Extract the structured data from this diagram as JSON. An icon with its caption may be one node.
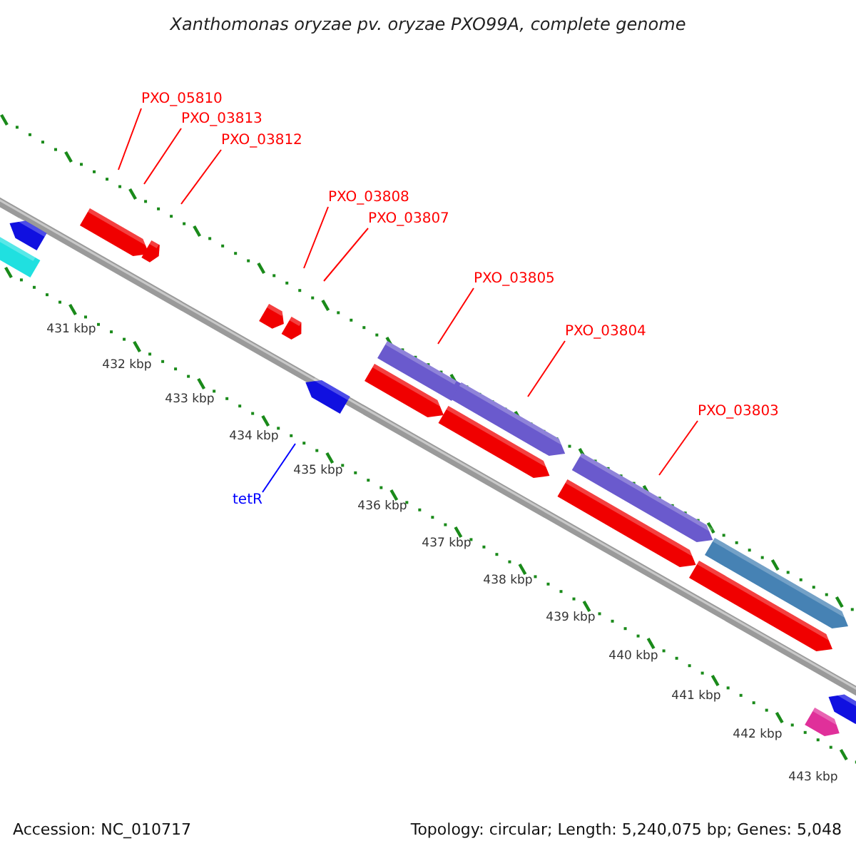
{
  "diagram": {
    "title": "Xanthomonas oryzae pv. oryzae PXO99A, complete genome",
    "nodes": [
      {
        "text": [
          "PXO_05810"
        ]
      },
      {
        "text": [
          "PXO_03813"
        ]
      },
      {
        "text": [
          "PXO_03812"
        ]
      },
      {
        "text": [
          "PXO_03808"
        ]
      },
      {
        "text": [
          "PXO_03807"
        ]
      },
      {
        "text": [
          "PXO_03805"
        ]
      },
      {
        "text": [
          "PXO_03804"
        ]
      },
      {
        "text": [
          "PXO_03803"
        ]
      },
      {
        "text": [
          "tetR"
        ]
      }
    ],
    "edges": [
      {
        "from": 0,
        "to": null,
        "arrow": "none"
      },
      {
        "from": 1,
        "to": null,
        "arrow": "none"
      },
      {
        "from": 2,
        "to": null,
        "arrow": "none"
      },
      {
        "from": 3,
        "to": null,
        "arrow": "none"
      },
      {
        "from": 4,
        "to": null,
        "arrow": "none"
      },
      {
        "from": 5,
        "to": null,
        "arrow": "none"
      },
      {
        "from": 6,
        "to": null,
        "arrow": "none"
      },
      {
        "from": 7,
        "to": null,
        "arrow": "none"
      },
      {
        "from": 8,
        "to": null,
        "arrow": "none",
        "color": "#0000ff"
      }
    ],
    "labels": [
      "431 kbp",
      "432 kbp",
      "433 kbp",
      "434 kbp",
      "435 kbp",
      "436 kbp",
      "437 kbp",
      "438 kbp",
      "439 kbp",
      "440 kbp",
      "441 kbp",
      "442 kbp",
      "443 kbp",
      "Accession: NC_010717",
      "Topology: circular; Length: 5,240,075 bp; Genes: 5,048"
    ]
  }
}
